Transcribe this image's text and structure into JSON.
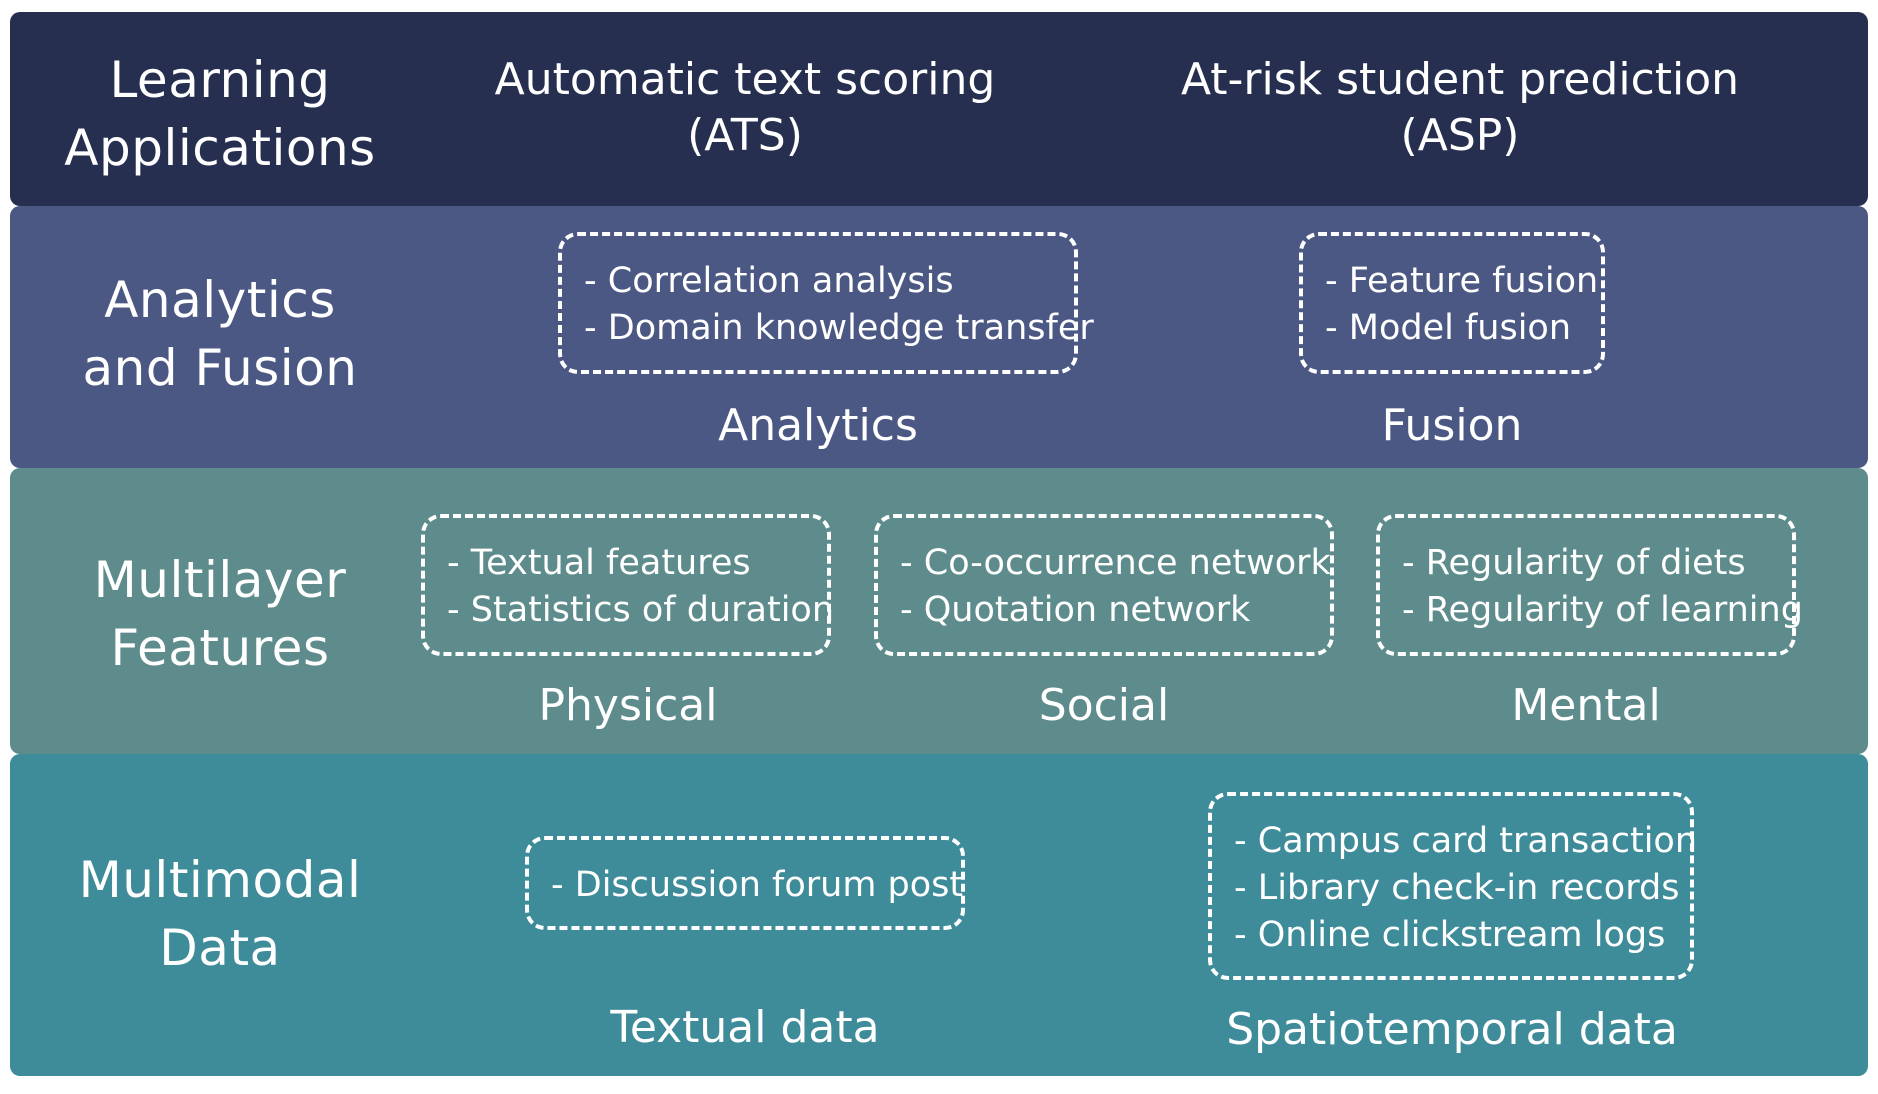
{
  "rows": {
    "applications": {
      "title": "Learning\nApplications",
      "ats": "Automatic text scoring\n(ATS)",
      "asp": "At-risk student prediction\n(ASP)"
    },
    "analytics_fusion": {
      "title": "Analytics\nand Fusion",
      "analytics_items": [
        "- Correlation analysis",
        "- Domain knowledge transfer"
      ],
      "analytics_label": "Analytics",
      "fusion_items": [
        "- Feature fusion",
        "- Model fusion"
      ],
      "fusion_label": "Fusion"
    },
    "features": {
      "title": "Multilayer\nFeatures",
      "physical_items": [
        "- Textual features",
        "- Statistics of duration"
      ],
      "physical_label": "Physical",
      "social_items": [
        "- Co-occurrence network",
        "- Quotation network"
      ],
      "social_label": "Social",
      "mental_items": [
        "- Regularity of diets",
        "- Regularity of learning"
      ],
      "mental_label": "Mental"
    },
    "data": {
      "title": "Multimodal\nData",
      "textual_items": [
        "- Discussion forum post"
      ],
      "textual_label": "Textual data",
      "spatio_items": [
        "- Campus card transaction",
        "- Library check-in records",
        "- Online clickstream logs"
      ],
      "spatio_label": "Spatiotemporal data"
    }
  },
  "colors": {
    "applications_band": "#262f50",
    "analytics_band": "#4c5884",
    "features_band": "#5e8b8b",
    "data_band": "#3e8b99"
  }
}
